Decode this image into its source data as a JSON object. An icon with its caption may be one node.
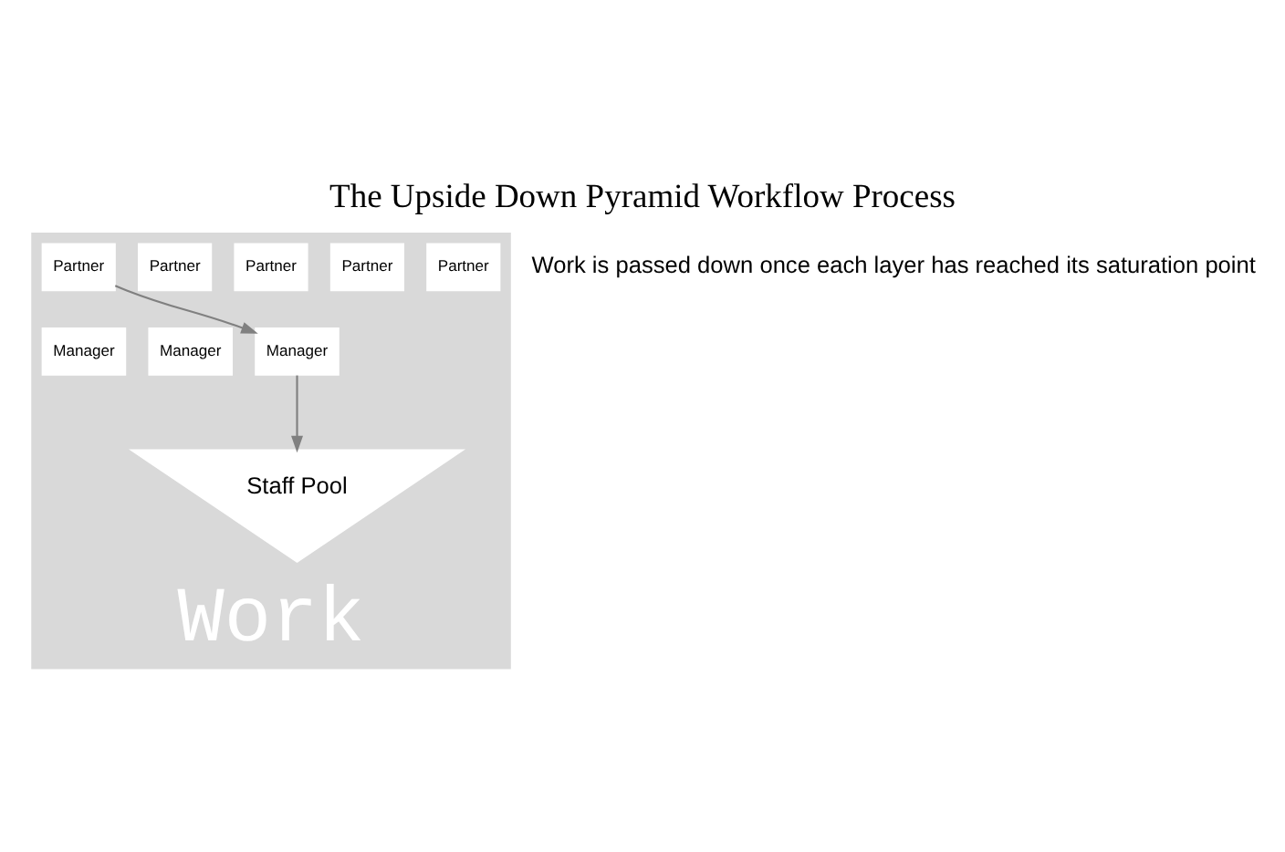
{
  "diagram": {
    "title": "The Upside Down Pyramid Workflow Process",
    "nodes": [
      {
        "text": [
          "Work"
        ]
      },
      {
        "text": [
          "Partner"
        ],
        "in": 0
      },
      {
        "text": [
          "Partner"
        ],
        "in": 0
      },
      {
        "text": [
          "Partner"
        ],
        "in": 0
      },
      {
        "text": [
          "Partner"
        ],
        "in": 0
      },
      {
        "text": [
          "Partner"
        ],
        "in": 0
      },
      {
        "text": [
          "Manager"
        ],
        "in": 0
      },
      {
        "text": [
          "Manager"
        ],
        "in": 0
      },
      {
        "text": [
          "Manager"
        ],
        "in": 0
      },
      {
        "text": [
          "Staff Pool"
        ],
        "in": 0
      }
    ],
    "edges": [
      {
        "from": 5,
        "to": 8,
        "arrow": "to"
      },
      {
        "from": 8,
        "to": 9,
        "arrow": "to"
      }
    ],
    "labels": [
      "Work is passed down once each layer has reached its saturation point"
    ]
  }
}
